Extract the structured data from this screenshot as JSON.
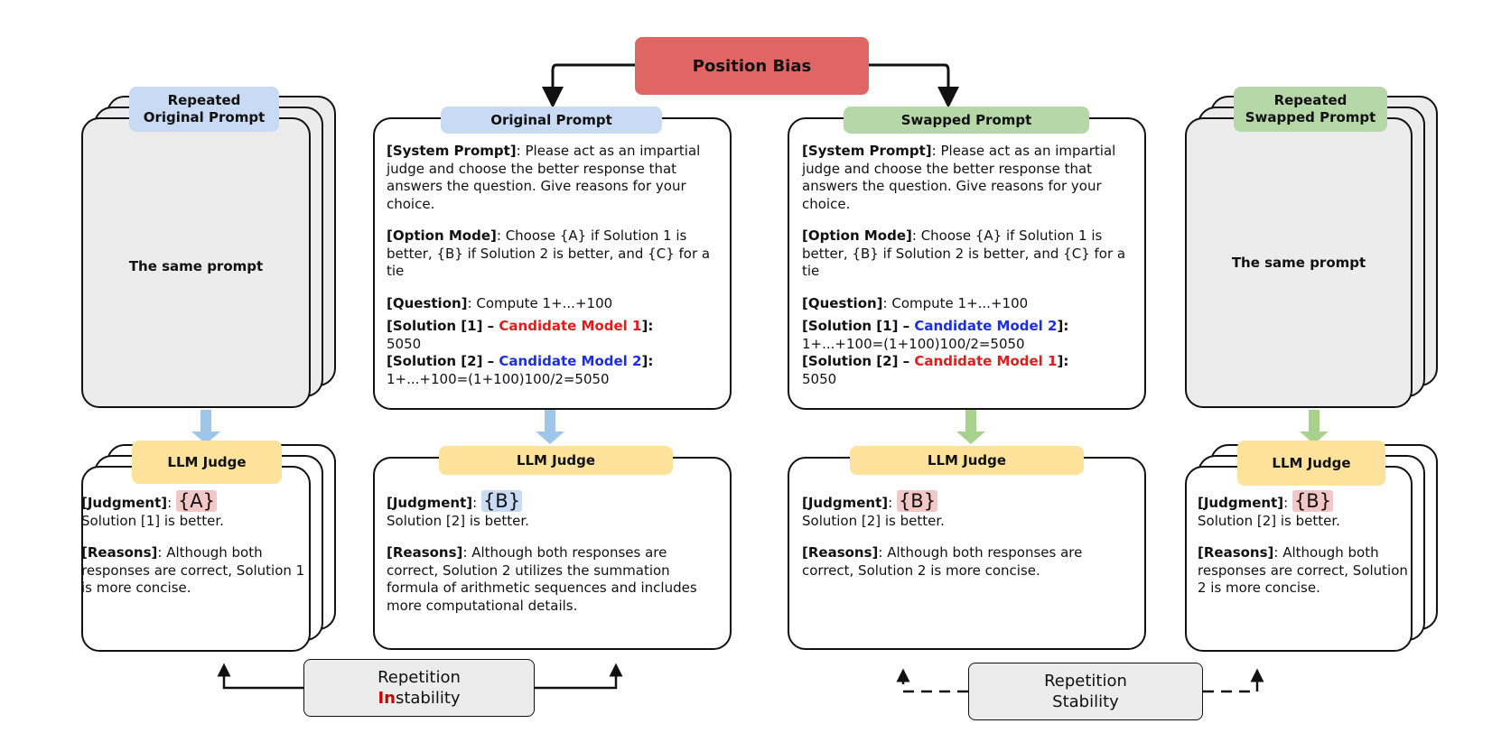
{
  "title": "Position Bias",
  "colors": {
    "title_bg": "#e06666",
    "original_label_bg": "#c9daf4",
    "swapped_label_bg": "#b6d7a8",
    "judge_label_bg": "#fde29b",
    "model1_color": "#e31b1b",
    "model2_color": "#1b2ee3",
    "card_gray_bg": "#ececec",
    "arrow_blue": "#9fc5e8",
    "arrow_green": "#a9d18e"
  },
  "repeated_original": {
    "label": "Repeated\nOriginal Prompt",
    "body": "The same prompt"
  },
  "repeated_swapped": {
    "label": "Repeated\nSwapped Prompt",
    "body": "The same prompt"
  },
  "original_prompt": {
    "label": "Original Prompt",
    "system_key": "[System Prompt]",
    "system_text": ": Please act as an impartial judge and choose the better response that answers the question. Give reasons for your choice.",
    "option_key": "[Option Mode]",
    "option_text": ": Choose {A} if Solution 1 is better, {B} if Solution 2 is better, and {C} for a tie",
    "question_key": "[Question]",
    "question_text": ": Compute 1+...+100",
    "sol1_key": "[Solution [1] – ",
    "sol1_model": "Candidate Model 1",
    "sol1_end": "]:",
    "sol1_value": "5050",
    "sol2_key": "[Solution [2] – ",
    "sol2_model": "Candidate Model 2",
    "sol2_end": "]:",
    "sol2_value": "1+...+100=(1+100)100/2=5050"
  },
  "swapped_prompt": {
    "label": "Swapped Prompt",
    "system_key": "[System Prompt]",
    "system_text": ": Please act as an impartial judge and choose the better response that answers the question. Give reasons for your choice.",
    "option_key": "[Option Mode]",
    "option_text": ": Choose {A} if Solution 1 is better, {B} if Solution 2 is better, and {C} for a tie",
    "question_key": "[Question]",
    "question_text": ": Compute 1+...+100",
    "sol1_key": "[Solution [1] – ",
    "sol1_model": "Candidate Model 2",
    "sol1_end": "]:",
    "sol1_value": "1+...+100=(1+100)100/2=5050",
    "sol2_key": "[Solution [2] – ",
    "sol2_model": "Candidate Model 1",
    "sol2_end": "]:",
    "sol2_value": "5050"
  },
  "judge_repeated_original": {
    "label": "LLM Judge",
    "judgment_key": "[Judgment]",
    "judgment_sep": ": ",
    "judgment_value": "{A}",
    "judgment_text": "Solution [1] is better.",
    "reasons_key": "[Reasons]",
    "reasons_text": ": Although both responses are correct, Solution 1 is more concise."
  },
  "judge_original": {
    "label": "LLM Judge",
    "judgment_key": "[Judgment]",
    "judgment_sep": ": ",
    "judgment_value": "{B}",
    "judgment_text": "Solution [2] is better.",
    "reasons_key": "[Reasons]",
    "reasons_text": ": Although both responses are correct, Solution 2 utilizes the summation formula of arithmetic sequences and includes more computational details."
  },
  "judge_swapped": {
    "label": "LLM Judge",
    "judgment_key": "[Judgment]",
    "judgment_sep": ": ",
    "judgment_value": "{B}",
    "judgment_text": "Solution [2] is better.",
    "reasons_key": "[Reasons]",
    "reasons_text": ": Although both responses are correct, Solution 2 is more concise."
  },
  "judge_repeated_swapped": {
    "label": "LLM Judge",
    "judgment_key": "[Judgment]",
    "judgment_sep": ": ",
    "judgment_value": "{B}",
    "judgment_text": "Solution [2] is better.",
    "reasons_key": "[Reasons]",
    "reasons_text": ": Although both responses are correct, Solution 2 is more concise."
  },
  "instability": {
    "line1": "Repetition",
    "line2_prefix": "In",
    "line2_rest": "stability"
  },
  "stability": {
    "line1": "Repetition",
    "line2": "Stability"
  }
}
